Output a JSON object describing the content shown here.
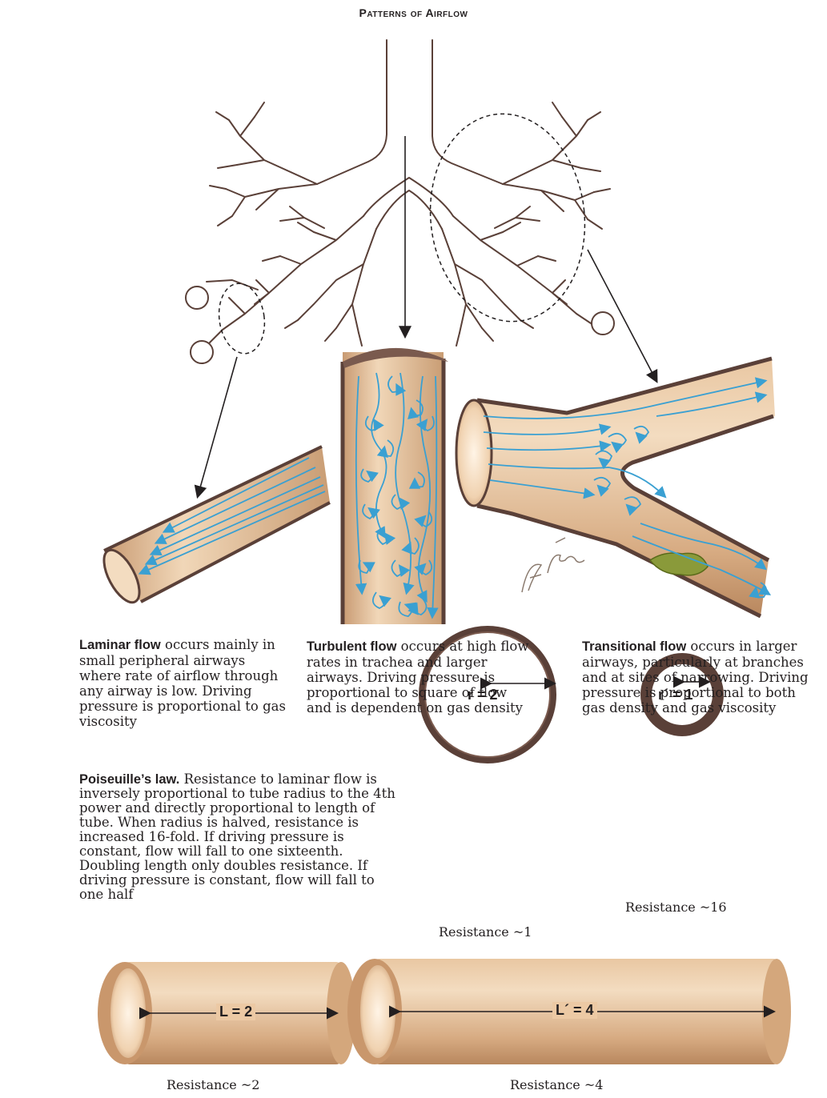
{
  "title": "Patterns of Airflow",
  "signature": "F. Netter M.D.",
  "captions": {
    "laminar": {
      "term": "Laminar flow",
      "text": " occurs mainly in small peripheral airways where rate of airflow through any airway is low. Driving pressure is proportional to gas viscosity"
    },
    "turbulent": {
      "term": "Turbulent flow",
      "text": " occurs at high flow rates in trachea and larger airways. Driving pressure is proportional to square of flow and is dependent on gas density"
    },
    "transitional": {
      "term": "Transitional flow",
      "text": " occurs in larger airways, particularly at branches and at sites of narrowing. Driving pressure is proportional to both gas density and gas viscosity"
    }
  },
  "poiseuille": {
    "term": "Poiseuille’s law.",
    "text": " Resistance to laminar flow is inversely proportional to tube radius to the 4th power and directly proportional to length of tube. When radius is halved, resistance is increased 16-fold. If driving pressure is constant, flow will fall to one sixteenth. Doubling length only doubles resistance. If driving pressure is constant, flow will fall to one half"
  },
  "radius_figures": {
    "large": {
      "label": "r = 2",
      "resistance": "Resistance ~1"
    },
    "small": {
      "label": "r´ = 1",
      "resistance": "Resistance ~16"
    }
  },
  "length_figures": {
    "short": {
      "label": "L = 2",
      "resistance": "Resistance ~2"
    },
    "long": {
      "label": "L´ = 4",
      "resistance": "Resistance ~4"
    }
  },
  "colors": {
    "tube_fill": "#dcb28a",
    "tube_light": "#f1d7b8",
    "tube_wall": "#5a4038",
    "flow_line": "#3aa0d2",
    "ink": "#231f20",
    "plaque": "#8a9a3a"
  }
}
